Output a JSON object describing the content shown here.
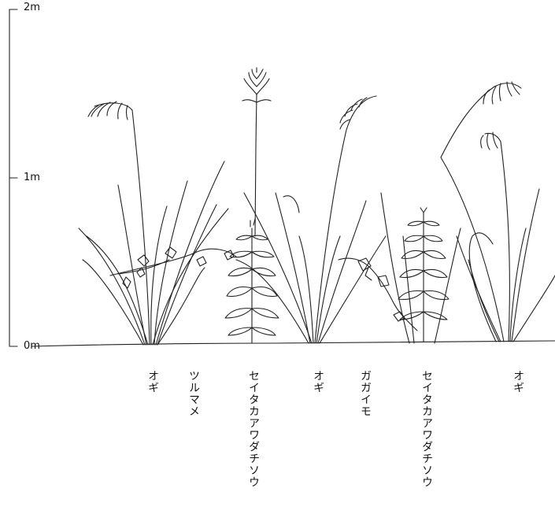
{
  "scale": {
    "labels": [
      "2m",
      "1m",
      "0m"
    ]
  },
  "plants": [
    {
      "id": "ogi-1",
      "label": "オギ"
    },
    {
      "id": "tsurumame",
      "label": "ツルマメ"
    },
    {
      "id": "seitakaawadachisou-1",
      "label": "セイタカアワダチソウ"
    },
    {
      "id": "ogi-2",
      "label": "オギ"
    },
    {
      "id": "gagaimo",
      "label": "ガガイモ"
    },
    {
      "id": "seitakaawadachisou-2",
      "label": "セイタカアワダチソウ"
    },
    {
      "id": "ogi-3",
      "label": "オギ"
    }
  ]
}
